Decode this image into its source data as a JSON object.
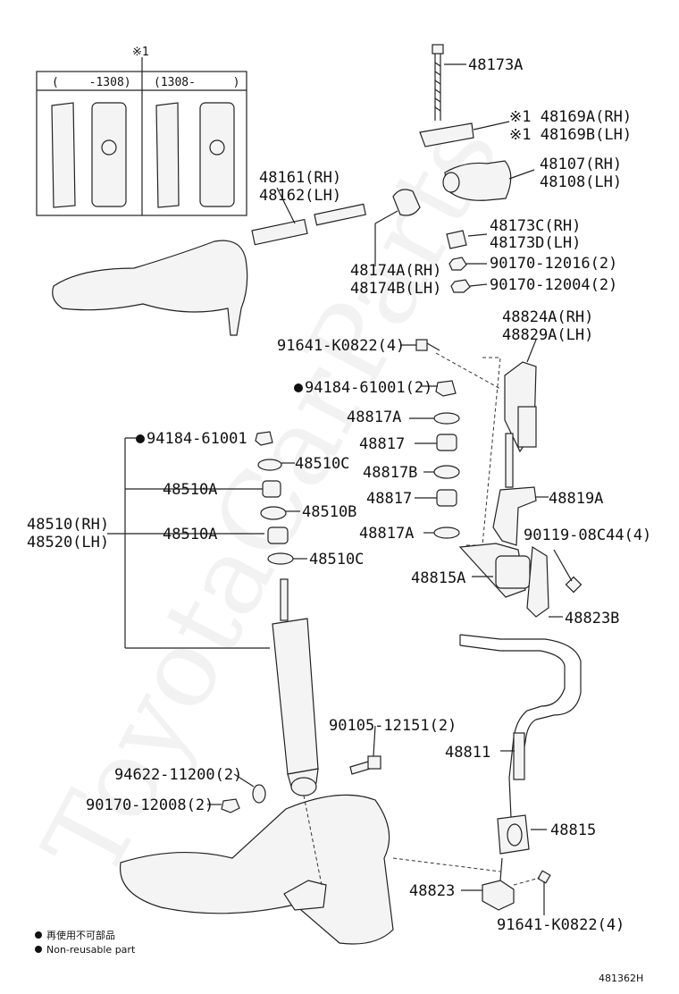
{
  "inset": {
    "marker": "※1",
    "col1": "(　　 -1308)",
    "col2": "(1308- 　　 )"
  },
  "labels": {
    "p48173A": "48173A",
    "p48169A": "※1 48169A(RH)",
    "p48169B": "※1 48169B(LH)",
    "p48107": "48107(RH)",
    "p48108": "48108(LH)",
    "p48161": "48161(RH)",
    "p48162": "48162(LH)",
    "p48173C": "48173C(RH)",
    "p48173D": "48173D(LH)",
    "p90170_12016": "90170-12016(2)",
    "p48174A": "48174A(RH)",
    "p48174B": "48174B(LH)",
    "p90170_12004": "90170-12004(2)",
    "p48824A": "48824A(RH)",
    "p48829A": "48829A(LH)",
    "p91641_top": "91641-K0822(4)",
    "p94184_a": "94184-61001(2)",
    "p48817A_1": "48817A",
    "p48817_1": "48817",
    "p94184_b": "94184-61001",
    "p48817B": "48817B",
    "p48510C_1": "48510C",
    "p48510A_1": "48510A",
    "p48817_2": "48817",
    "p48819A": "48819A",
    "p48510B": "48510B",
    "p48510": "48510(RH)",
    "p48520": "48520(LH)",
    "p48510A_2": "48510A",
    "p48817A_2": "48817A",
    "p90119": "90119-08C44(4)",
    "p48510C_2": "48510C",
    "p48815A": "48815A",
    "p48823B": "48823B",
    "p90105": "90105-12151(2)",
    "p48811": "48811",
    "p94622": "94622-11200(2)",
    "p90170_12008": "90170-12008(2)",
    "p48815": "48815",
    "p48823": "48823",
    "p91641_bot": "91641-K0822(4)"
  },
  "legend": {
    "jp": "再使用不可部品",
    "en": "Non-reusable part"
  },
  "figure_no": "481362H",
  "watermark": "ToyotaCarParts"
}
